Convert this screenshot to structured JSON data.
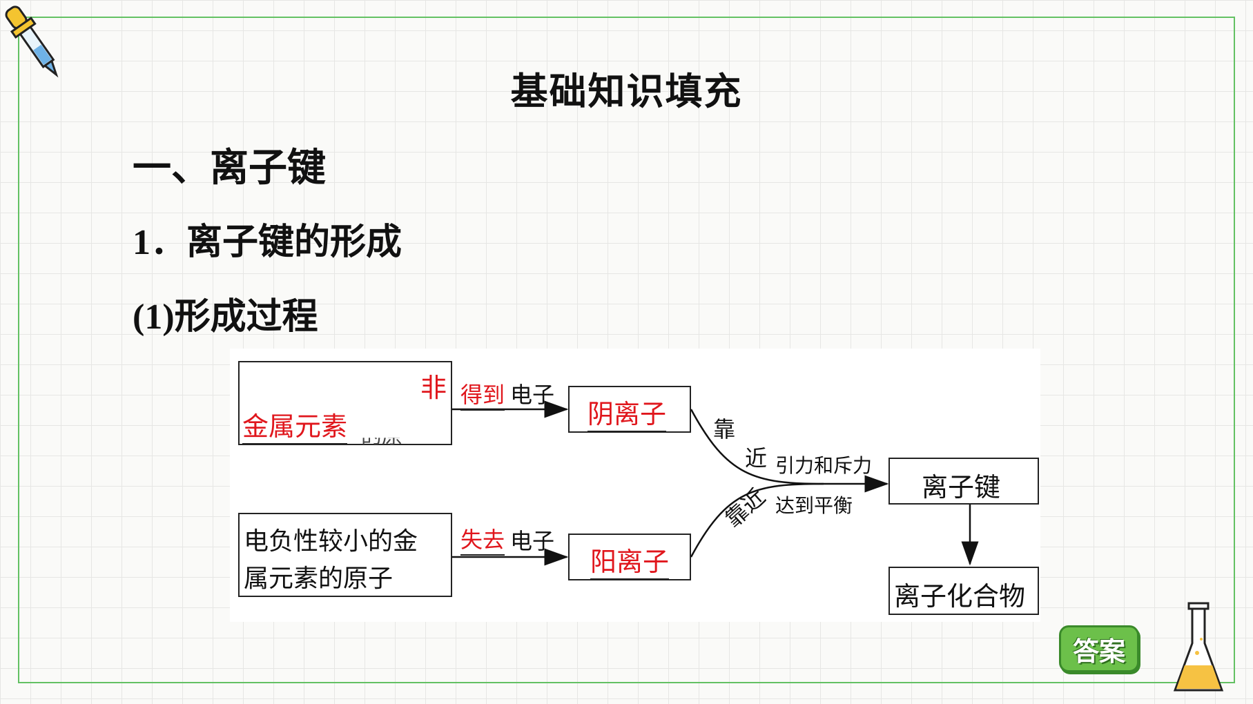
{
  "title": "基础知识填充",
  "headings": {
    "section": "一、离子键",
    "subsection": "1．离子键的形成",
    "part": "(1)形成过程"
  },
  "diagram": {
    "nonmetal_box": {
      "red_part1": "非",
      "red_part2": "金属元素",
      "partial_text": "的原"
    },
    "metal_box": {
      "line1": "电负性较小的金",
      "line2": "属元素的原子"
    },
    "top_arrow": {
      "red": "得到",
      "black": "电子"
    },
    "bottom_arrow": {
      "red": "失去",
      "black": "电子"
    },
    "anion_box": "阴离子",
    "cation_box": "阳离子",
    "approach_top_1": "靠",
    "approach_top_2": "近",
    "approach_bottom": "靠近",
    "force_label": "引力和斥力",
    "balance_label": "达到平衡",
    "bond_box": "离子键",
    "compound_box": "离子化合物"
  },
  "answer_button": "答案",
  "colors": {
    "red": "#e0161c",
    "frame": "#63c163",
    "answer_bg": "#6cc04a"
  }
}
